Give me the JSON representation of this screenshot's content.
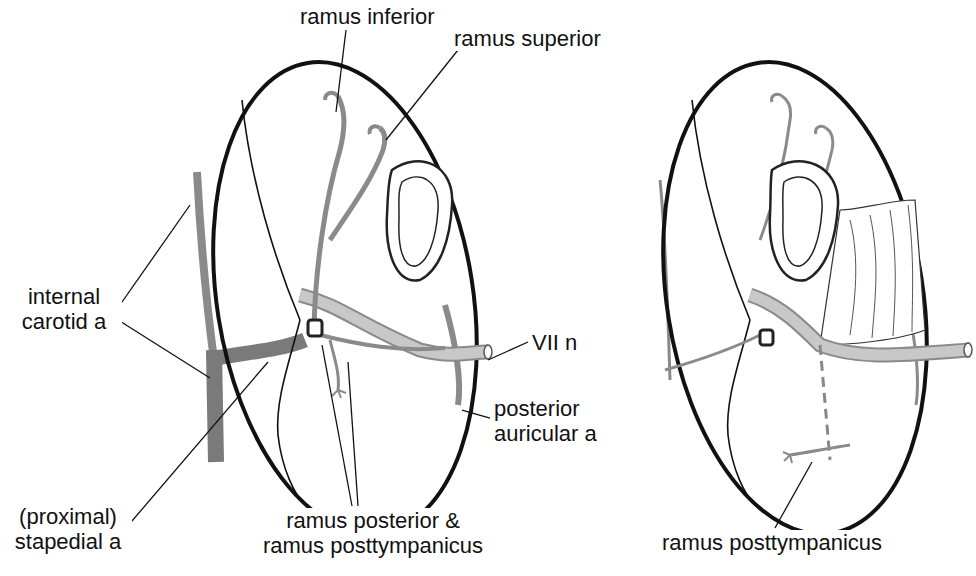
{
  "diagram": {
    "labels": [
      "ramus inferior",
      "ramus superior",
      "internal carotid a",
      "VII n",
      "posterior auricular a",
      "(proximal) stapedial a",
      "ramus posterior & ramus posttympanicus",
      "ramus posttympanicus"
    ]
  }
}
